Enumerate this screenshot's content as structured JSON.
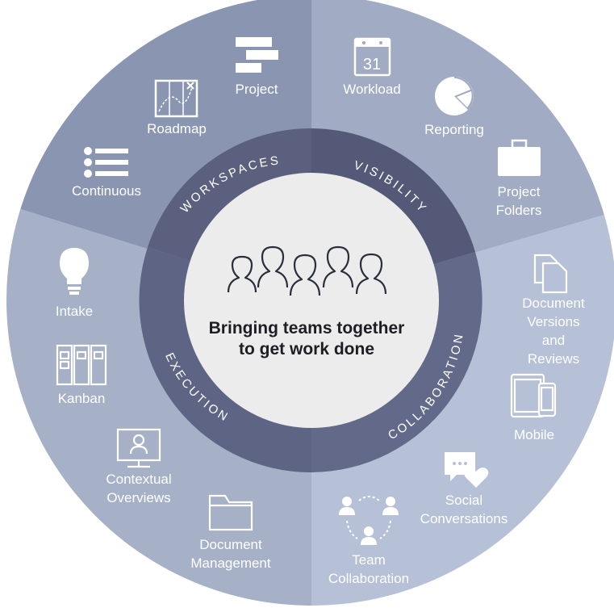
{
  "center": {
    "line1": "Bringing teams together",
    "line2": "to get work done"
  },
  "ring": {
    "workspaces": "WORKSPACES",
    "visibility": "VISIBILITY",
    "execution": "EXECUTION",
    "collaboration": "COLLABORATION"
  },
  "items": {
    "project": "Project",
    "roadmap": "Roadmap",
    "continuous": "Continuous",
    "workload": "Workload",
    "reporting": "Reporting",
    "project_folders": "Project\nFolders",
    "intake": "Intake",
    "kanban": "Kanban",
    "contextual_overviews": "Contextual\nOverviews",
    "document_management": "Document\nManagement",
    "document_versions": "Document\nVersions\nand Reviews",
    "mobile": "Mobile",
    "social_conversations": "Social\nConversations",
    "team_collaboration": "Team\nCollaboration",
    "calendar_day": "31"
  },
  "colors": {
    "workspaces": "#8a96b1",
    "visibility": "#a1abc3",
    "execution": "#a6b1c8",
    "collaboration": "#b6c0d6",
    "ring": "#595f7d",
    "center": "#ececec",
    "icon": "#ffffff"
  }
}
